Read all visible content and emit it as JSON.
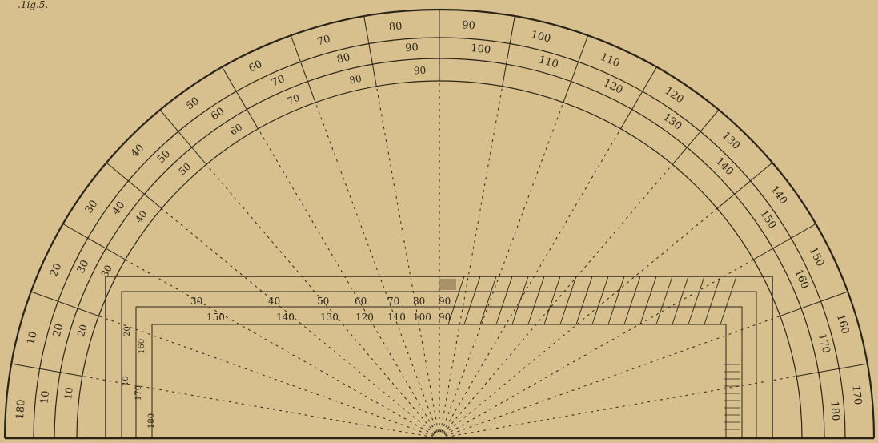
{
  "colors": {
    "paper": "#d7c08e",
    "ink": "#2a2418"
  },
  "figure_label": ".1ig.5.",
  "outer_scale": {
    "inner_labels": [
      "10",
      "20",
      "30",
      "40",
      "50",
      "60",
      "70",
      "80",
      "90",
      "100",
      "110",
      "120",
      "130",
      "140",
      "150",
      "160",
      "170",
      "180"
    ],
    "outer_labels": [
      "170",
      "160",
      "150",
      "140",
      "130",
      "120",
      "110",
      "100",
      "90",
      "80",
      "70",
      "60",
      "50",
      "40",
      "30",
      "20",
      "10",
      "180"
    ]
  },
  "inner_scale": {
    "top_row": [
      "10",
      "20",
      "30",
      "40",
      "50",
      "60",
      "70",
      "80",
      "90"
    ],
    "bottom_row": [
      "170",
      "160",
      "150",
      "140",
      "130",
      "120",
      "110",
      "100",
      "90"
    ]
  },
  "rectangular_scale": {
    "top_row": [
      "30",
      "40",
      "50",
      "60",
      "70",
      "80",
      "90"
    ],
    "bottom_row": [
      "150",
      "140",
      "130",
      "120",
      "110",
      "100",
      "90"
    ],
    "left_upper": [
      "20",
      "160"
    ],
    "left_lower": [
      "10",
      "170",
      "180"
    ]
  }
}
